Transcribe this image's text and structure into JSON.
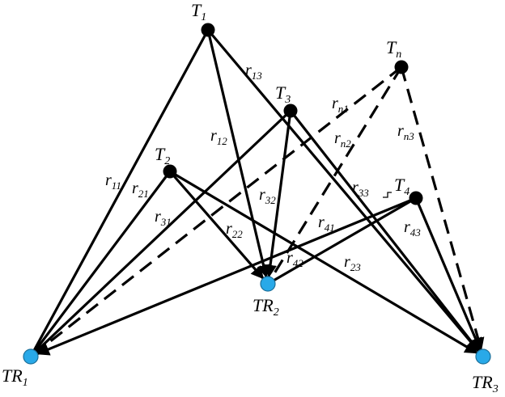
{
  "colors": {
    "line": "#000000",
    "tag_node": "#000000",
    "reader_node": "#29a9e8",
    "reader_stroke": "#1c6f99"
  },
  "nodes": {
    "T1": {
      "base": "T",
      "sub": "1",
      "kind": "tag"
    },
    "T2": {
      "base": "T",
      "sub": "2",
      "kind": "tag"
    },
    "T3": {
      "base": "T",
      "sub": "3",
      "kind": "tag"
    },
    "T4": {
      "base": "T",
      "sub": "4",
      "kind": "tag"
    },
    "Tn": {
      "base": "T",
      "sub": "n",
      "kind": "tag"
    },
    "TR1": {
      "base": "TR",
      "sub": "1",
      "kind": "reader"
    },
    "TR2": {
      "base": "TR",
      "sub": "2",
      "kind": "reader"
    },
    "TR3": {
      "base": "TR",
      "sub": "3",
      "kind": "reader"
    }
  },
  "edges": [
    {
      "from": "T1",
      "to": "TR1",
      "label_base": "r",
      "label_sub": "11",
      "style": "solid"
    },
    {
      "from": "T1",
      "to": "TR2",
      "label_base": "r",
      "label_sub": "12",
      "style": "solid"
    },
    {
      "from": "T1",
      "to": "TR3",
      "label_base": "r",
      "label_sub": "13",
      "style": "solid"
    },
    {
      "from": "T2",
      "to": "TR1",
      "label_base": "r",
      "label_sub": "21",
      "style": "solid"
    },
    {
      "from": "T2",
      "to": "TR2",
      "label_base": "r",
      "label_sub": "22",
      "style": "solid"
    },
    {
      "from": "T2",
      "to": "TR3",
      "label_base": "r",
      "label_sub": "23",
      "style": "solid"
    },
    {
      "from": "T3",
      "to": "TR1",
      "label_base": "r",
      "label_sub": "31",
      "style": "solid"
    },
    {
      "from": "T3",
      "to": "TR2",
      "label_base": "r",
      "label_sub": "32",
      "style": "solid"
    },
    {
      "from": "T3",
      "to": "TR3",
      "label_base": "r",
      "label_sub": "33",
      "style": "solid"
    },
    {
      "from": "T4",
      "to": "TR1",
      "label_base": "r",
      "label_sub": "41",
      "style": "solid"
    },
    {
      "from": "T4",
      "to": "TR2",
      "label_base": "r",
      "label_sub": "42",
      "style": "solid"
    },
    {
      "from": "T4",
      "to": "TR3",
      "label_base": "r",
      "label_sub": "43",
      "style": "solid"
    },
    {
      "from": "Tn",
      "to": "TR1",
      "label_base": "r",
      "label_sub": "n1",
      "style": "dashed"
    },
    {
      "from": "Tn",
      "to": "TR2",
      "label_base": "r",
      "label_sub": "n2",
      "style": "dashed"
    },
    {
      "from": "Tn",
      "to": "TR3",
      "label_base": "r",
      "label_sub": "n3",
      "style": "dashed"
    }
  ]
}
